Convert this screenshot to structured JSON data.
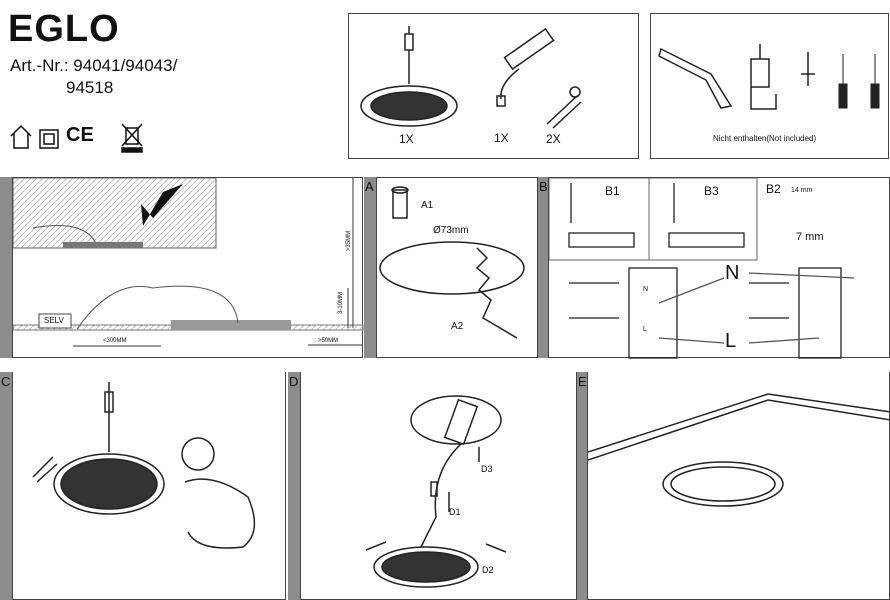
{
  "header": {
    "brand": "EGLO",
    "article_label": "Art.-Nr.:",
    "article_numbers_1": "94041/94043/",
    "article_numbers_2": "94518",
    "icons": [
      "indoor-house-icon",
      "protection-class-ii-icon",
      "ce-mark-icon",
      "weee-bin-icon"
    ],
    "ce": "CE"
  },
  "contents": {
    "items": [
      {
        "qty": "1X",
        "name": "led-panel"
      },
      {
        "qty": "1X",
        "name": "driver"
      },
      {
        "qty": "2X",
        "name": "spring-clip"
      }
    ]
  },
  "tools": {
    "caption": "Nicht enthalten(Not included)"
  },
  "install": {
    "selv": "SELV",
    "dim_height": ">35MM",
    "dim_gap": "3-10MM",
    "dim_cable": "<300MM",
    "dim_edge": ">50MM"
  },
  "sectionA": {
    "label": "A",
    "a1": "A1",
    "diameter": "Ø73mm",
    "a2": "A2"
  },
  "sectionB": {
    "label": "B",
    "b1": "B1",
    "b2": "B2",
    "b3": "B3",
    "strip_long": "14 mm",
    "strip_short": "7 mm",
    "neutral": "N",
    "live": "L",
    "n_small": "N",
    "l_small": "L"
  },
  "sectionC": {
    "label": "C"
  },
  "sectionD": {
    "label": "D",
    "d1": "D1",
    "d2": "D2",
    "d3": "D3"
  },
  "sectionE": {
    "label": "E"
  }
}
